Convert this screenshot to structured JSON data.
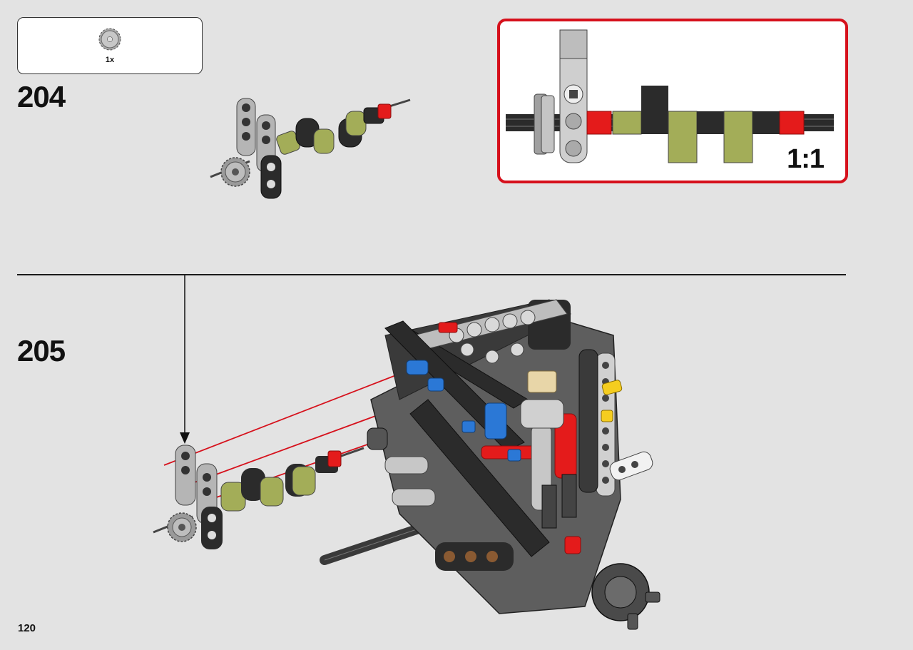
{
  "page": {
    "number": "120"
  },
  "steps": [
    {
      "number": "204",
      "parts": [
        {
          "qty": "1x",
          "icon": "gear-icon"
        }
      ],
      "callout": {
        "scale": "1:1"
      }
    },
    {
      "number": "205"
    }
  ],
  "colors": {
    "frame_red": "#d6111c",
    "beam_dark": "#2b2b2b",
    "beam_light": "#b9b9b9",
    "olive": "#a3ad58",
    "red_part": "#e41b1b",
    "blue_part": "#2b78d6",
    "yellow_part": "#f5cd1f"
  }
}
